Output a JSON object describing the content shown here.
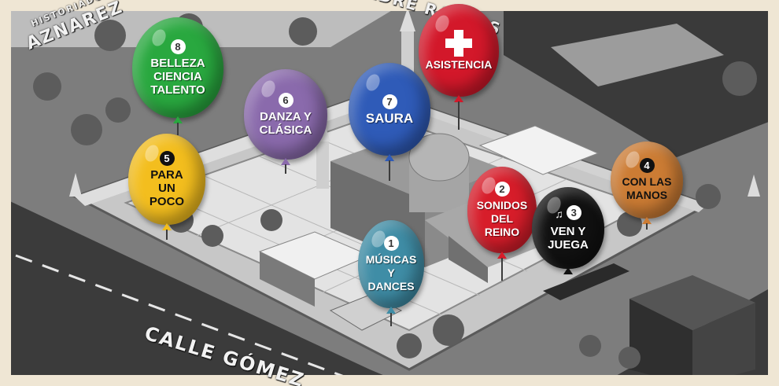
{
  "streets": [
    {
      "id": "aznarez",
      "text": "AZNAREZ"
    },
    {
      "id": "madre-rafols",
      "text": "MADRE RAFOLS"
    },
    {
      "id": "calle-gomez",
      "text": "CALLE GÓMEZ"
    },
    {
      "id": "historiador",
      "text": "HISTORIADOR"
    }
  ],
  "balloons": [
    {
      "id": "belleza",
      "number": "8",
      "lines": [
        "BELLEZA",
        "CIENCIA",
        "TALENTO"
      ],
      "color": "#29a83f"
    },
    {
      "id": "danza",
      "number": "6",
      "lines": [
        "DANZA Y",
        "CLÁSICA"
      ],
      "color": "#8a6aac"
    },
    {
      "id": "saura",
      "number": "7",
      "lines": [
        "SAURA"
      ],
      "color": "#2f5bb8"
    },
    {
      "id": "asistencia",
      "number": "",
      "icon": "first-aid-cross-icon",
      "lines": [
        "ASISTENCIA"
      ],
      "color": "#d3182a"
    },
    {
      "id": "para-un-poco",
      "number": "5",
      "lines": [
        "PARA",
        "UN",
        "POCO"
      ],
      "color": "#f3be1e"
    },
    {
      "id": "sonidos",
      "number": "2",
      "lines": [
        "SONIDOS",
        "DEL",
        "REINO"
      ],
      "color": "#d71d2a"
    },
    {
      "id": "ven-y-juega",
      "number": "3",
      "icon": "horn-icon",
      "lines": [
        "VEN Y",
        "JUEGA"
      ],
      "color": "#111111"
    },
    {
      "id": "con-las-manos",
      "number": "4",
      "lines": [
        "CON LAS",
        "MANOS"
      ],
      "color": "#cc7c34"
    },
    {
      "id": "musicas",
      "number": "1",
      "lines": [
        "MÚSICAS",
        "Y",
        "DANCES"
      ],
      "color": "#3f8da6"
    }
  ]
}
